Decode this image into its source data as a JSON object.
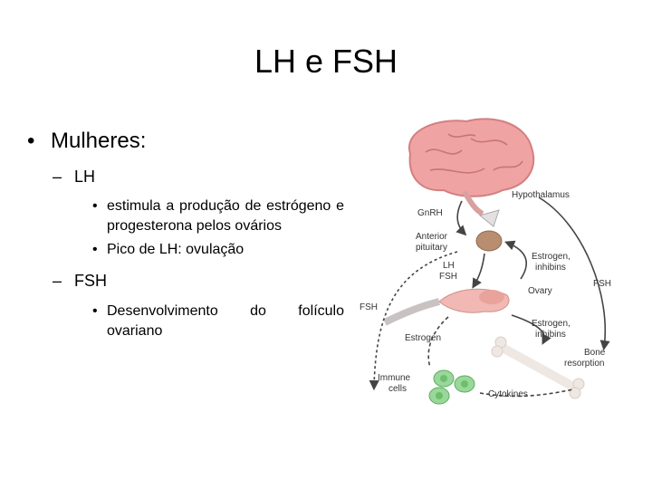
{
  "title": "LH e FSH",
  "bullets": {
    "women": "Mulheres:",
    "lh": "LH",
    "lh_effect": "estimula a produção de estrógeno e progesterona pelos ovários",
    "lh_peak": "Pico de LH: ovulação",
    "fsh": "FSH",
    "fsh_effect": "Desenvolvimento do folículo ovariano"
  },
  "diagram": {
    "hypothalamus": "Hypothalamus",
    "gnrh": "GnRH",
    "anterior": "Anterior",
    "pituitary": "pituitary",
    "estrogen_inhibins_1": "Estrogen,",
    "estrogen_inhibins_2": "inhibins",
    "lh": "LH",
    "fsh": "FSH",
    "ovary": "Ovary",
    "fsh_right": "FSH",
    "fsh_left": "FSH",
    "estrogen": "Estrogen",
    "estrogen_inhibins_b1": "Estrogen,",
    "estrogen_inhibins_b2": "inhibins",
    "bone": "Bone",
    "resorption": "resorption",
    "immune": "Immune",
    "cells": "cells",
    "cytokines": "Cytokines"
  }
}
